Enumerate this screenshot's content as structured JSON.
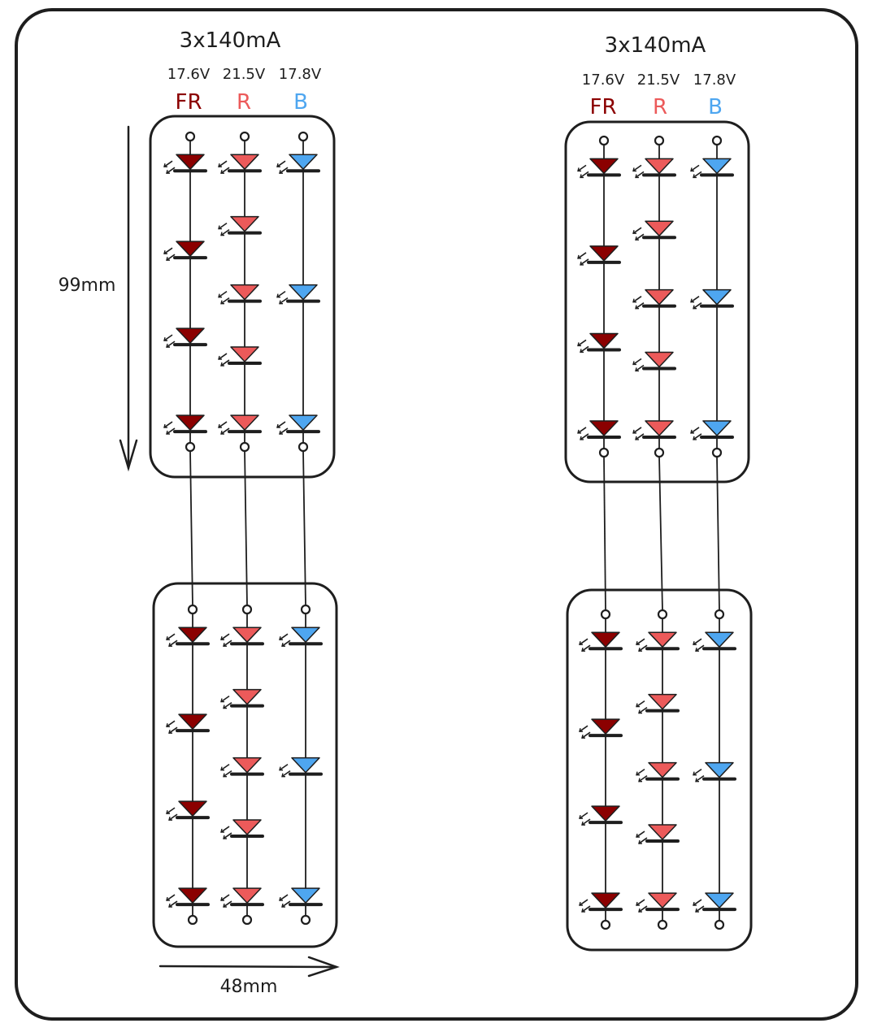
{
  "colors": {
    "stroke": "#1e1e1e",
    "fr": "#8b0000",
    "r": "#ec5a5a",
    "b": "#4ea6f0"
  },
  "groups": [
    {
      "current": "3x140mA",
      "channels": [
        {
          "label": "FR",
          "voltage": "17.6V",
          "color_key": "fr",
          "leds_per_board": 4
        },
        {
          "label": "R",
          "voltage": "21.5V",
          "color_key": "r",
          "leds_per_board": 5
        },
        {
          "label": "B",
          "voltage": "17.8V",
          "color_key": "b",
          "leds_per_board": 3
        }
      ]
    },
    {
      "current": "3x140mA",
      "channels": [
        {
          "label": "FR",
          "voltage": "17.6V",
          "color_key": "fr",
          "leds_per_board": 4
        },
        {
          "label": "R",
          "voltage": "21.5V",
          "color_key": "r",
          "leds_per_board": 5
        },
        {
          "label": "B",
          "voltage": "17.8V",
          "color_key": "b",
          "leds_per_board": 3
        }
      ]
    }
  ],
  "dimensions": {
    "height": "99mm",
    "width": "48mm"
  }
}
